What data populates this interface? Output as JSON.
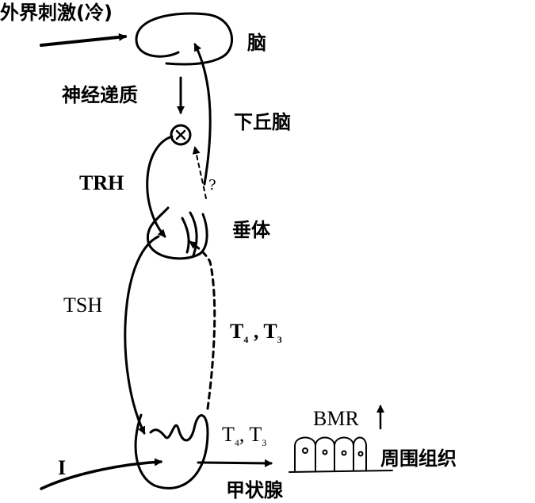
{
  "labels": {
    "stimulus": "外界刺激(冷)",
    "brain": "脑",
    "neurotransmitter": "神经递质",
    "hypothalamus": "下丘脑",
    "trh": "TRH",
    "question": "?",
    "pituitary": "垂体",
    "tsh": "TSH",
    "feedback_t4": "T",
    "feedback_t4_sub": "4",
    "feedback_sep": " , ",
    "feedback_t3": "T",
    "feedback_t3_sub": "3",
    "output_t4": "T",
    "output_t4_sub": "4",
    "output_sep": ", ",
    "output_t3": "T",
    "output_t3_sub": "3",
    "bmr": "BMR",
    "peripheral_tissue": "周围组织",
    "iodine": "I",
    "thyroid": "甲状腺"
  }
}
